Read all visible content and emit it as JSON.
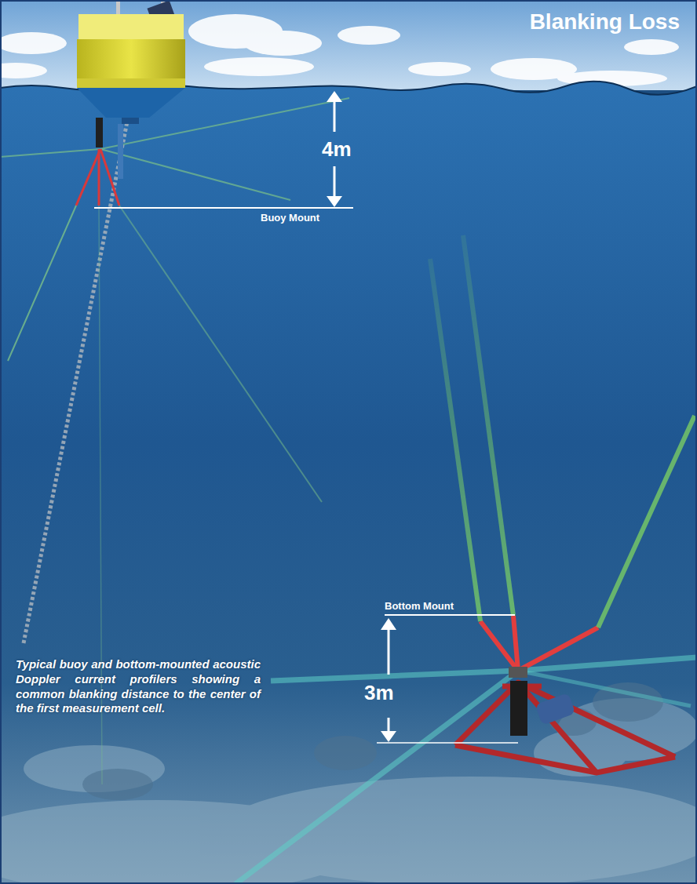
{
  "diagram": {
    "title": "Blanking Loss",
    "caption": "Typical buoy and bottom-mounted acoustic Doppler current profilers showing a common blanking distance to the center of the first measurement cell.",
    "labels": [
      "4m",
      "Buoy Mount",
      "Bottom Mount",
      "3m"
    ]
  }
}
